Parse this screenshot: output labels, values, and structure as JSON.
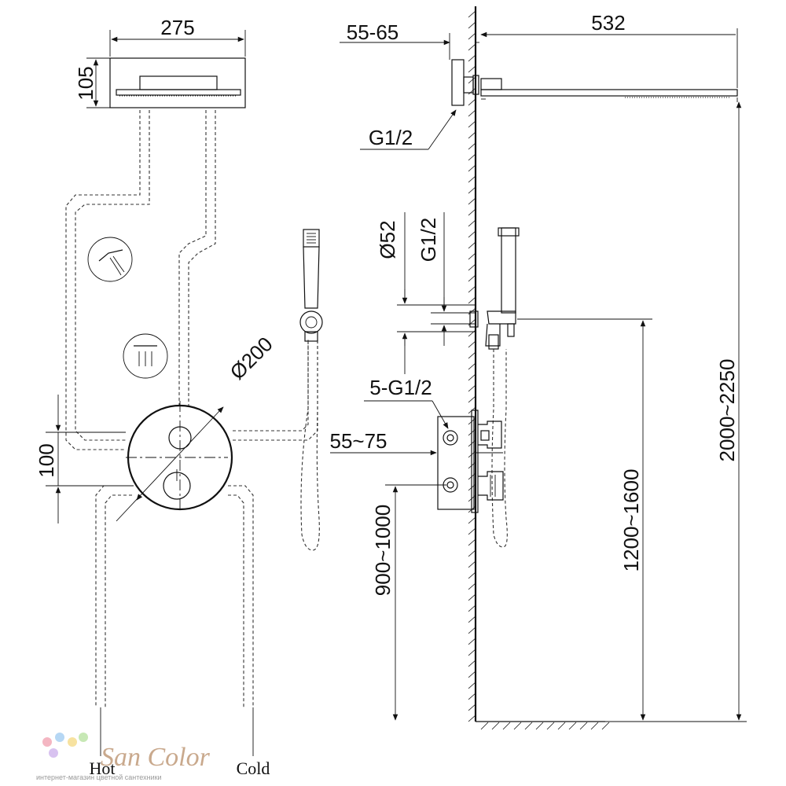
{
  "front_view": {
    "width_label": "275",
    "height_label": "105",
    "diameter_label": "Ø200",
    "spacing_label": "100",
    "hot_label": "Hot",
    "cold_label": "Cold"
  },
  "side_view": {
    "wall_offset_label": "55-65",
    "arm_length_label": "532",
    "overhead_thread_label": "G1/2",
    "outlet_diameter_label": "Ø52",
    "outlet_thread_label": "G1/2",
    "valve_threads_label": "5-G1/2",
    "valve_depth_label": "55~75",
    "valve_height_label": "900~1000",
    "outlet_height_label": "1200~1600",
    "overhead_height_label": "2000~2250"
  },
  "logo": {
    "brand": "San Color",
    "tagline": "интернет-магазин цветной сантехники",
    "colors": [
      "#f4b6c2",
      "#b6d7f4",
      "#f7e2a0",
      "#c7e8b5",
      "#d8c2f0"
    ]
  }
}
